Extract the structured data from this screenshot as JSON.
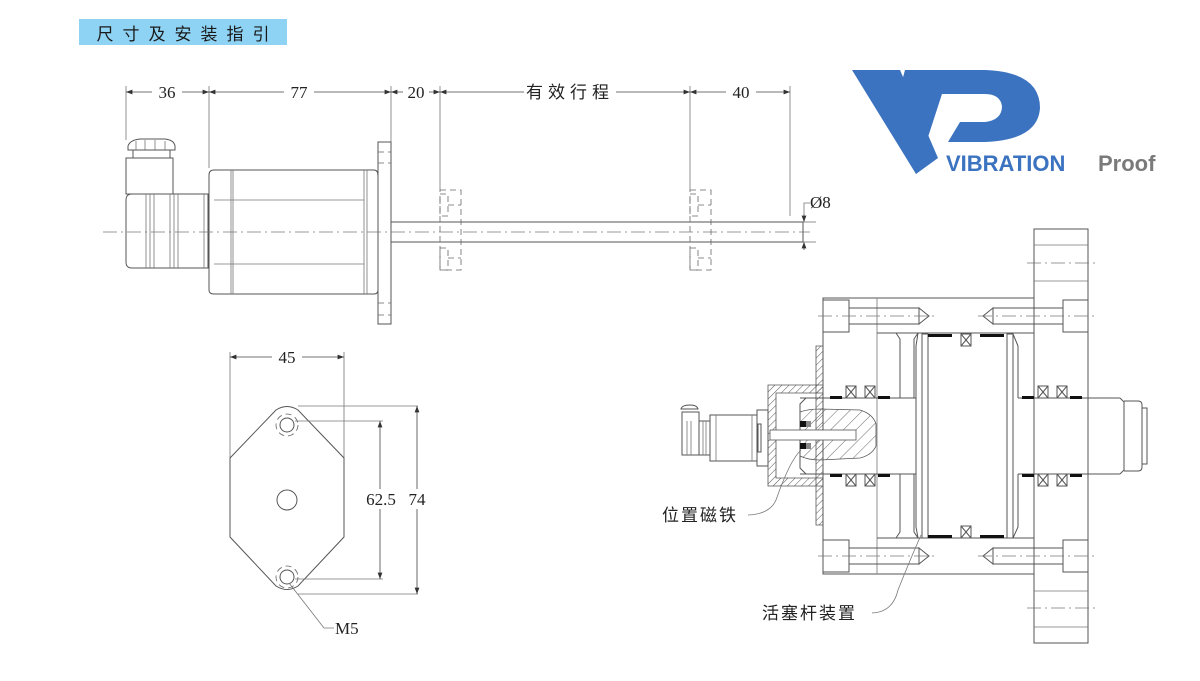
{
  "header": {
    "title": "尺寸及安装指引"
  },
  "logo": {
    "brand_word": "VIBRATION",
    "brand_suffix": "Proof",
    "mark": "VP",
    "primary_color": "#3b73c0",
    "secondary_color": "#7a7a7a"
  },
  "side_view": {
    "dimensions": {
      "connector": "36",
      "body": "77",
      "flange_gap": "20",
      "stroke": "有效行程",
      "tail": "40",
      "rod_diameter": "Ø8"
    }
  },
  "flange_view": {
    "width": "45",
    "hole_spacing": "62.5",
    "height": "74",
    "thread": "M5"
  },
  "section_view": {
    "labels": {
      "magnet": "位置磁铁",
      "piston_rod": "活塞杆装置"
    }
  },
  "colors": {
    "title_bg": "#8fd3f4",
    "line": "#555555"
  }
}
